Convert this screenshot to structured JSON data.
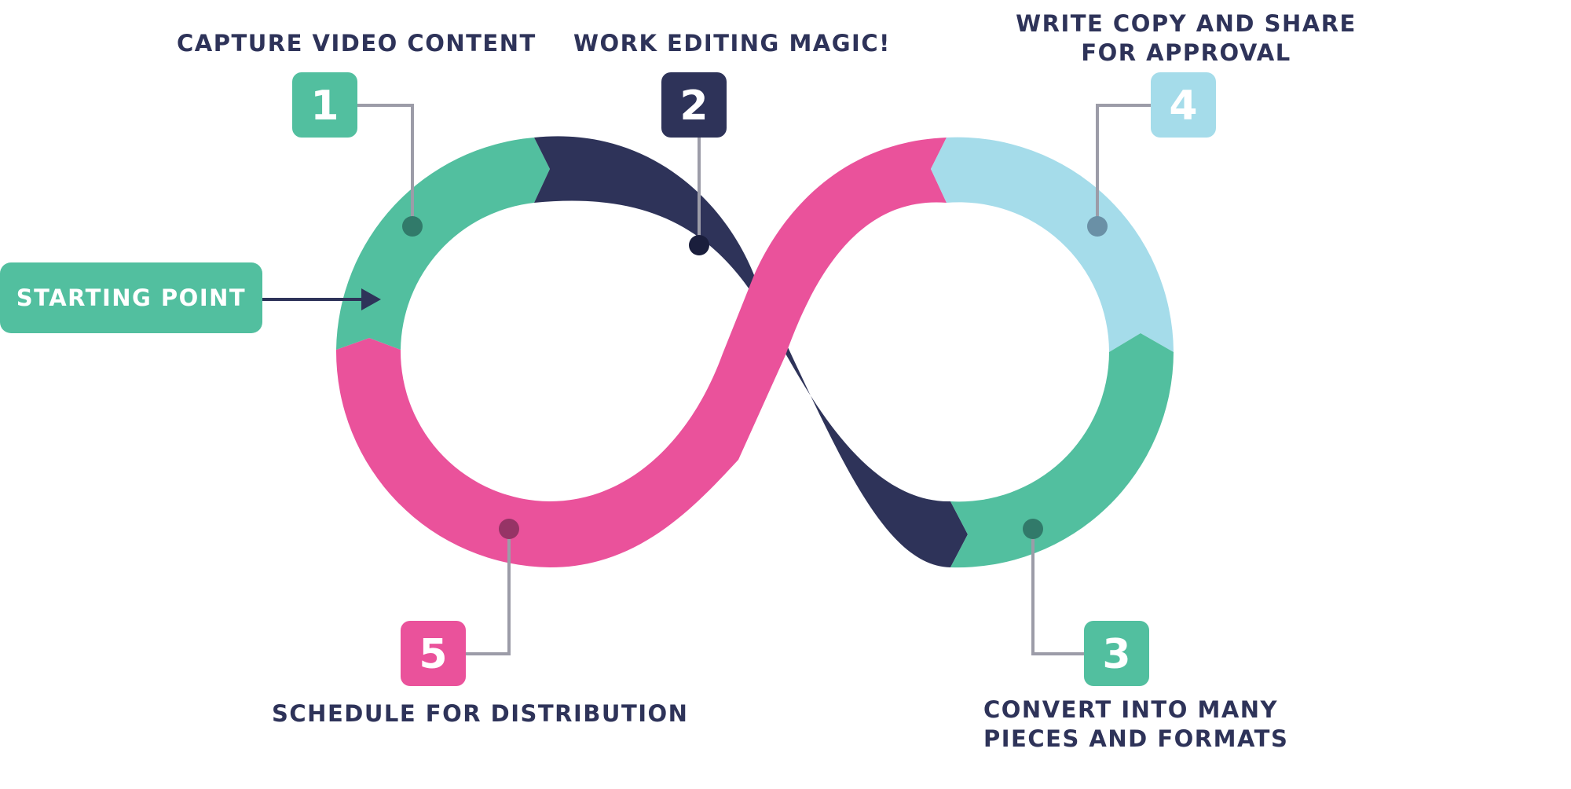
{
  "start": {
    "label": "STARTING POINT"
  },
  "steps": [
    {
      "number": "1",
      "label": "CAPTURE VIDEO CONTENT"
    },
    {
      "number": "2",
      "label": "WORK EDITING MAGIC!"
    },
    {
      "number": "3",
      "label_lines": [
        "CONVERT INTO MANY",
        "PIECES AND FORMATS"
      ]
    },
    {
      "number": "4",
      "label_lines": [
        "WRITE COPY AND SHARE",
        "FOR APPROVAL"
      ]
    },
    {
      "number": "5",
      "label": "SCHEDULE FOR DISTRIBUTION"
    }
  ],
  "colors": {
    "teal": "#52bf9f",
    "navy": "#2e3359",
    "pink": "#ea529b",
    "light_blue": "#a5dcea",
    "connector": "#9c9ca8"
  }
}
